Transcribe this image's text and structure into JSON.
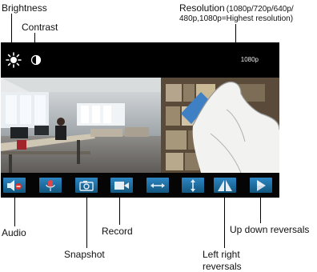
{
  "callouts": {
    "brightness": "Brightness",
    "contrast": "Contrast",
    "resolution_title": "Resolution",
    "resolution_detail_line1": "(1080p/720p/640p/",
    "resolution_detail_line2": "480p,1080p=Highest resolution)",
    "audio": "Audio",
    "snapshot": "Snapshot",
    "record": "Record",
    "left_right_line1": "Left right",
    "left_right_line2": "reversals",
    "up_down": "Up down reversals"
  },
  "top_bar": {
    "resolution_value": "1080p"
  },
  "toolbar": {
    "icons": [
      "speaker-mute-icon",
      "microphone-icon",
      "camera-icon",
      "video-camera-icon",
      "horizontal-arrows-icon",
      "vertical-arrows-icon",
      "mirror-triangles-icon",
      "flip-triangle-icon"
    ]
  },
  "colors": {
    "bar_background": "#000000",
    "button_blue": "#1f76ae",
    "mute_red": "#d8312c"
  }
}
